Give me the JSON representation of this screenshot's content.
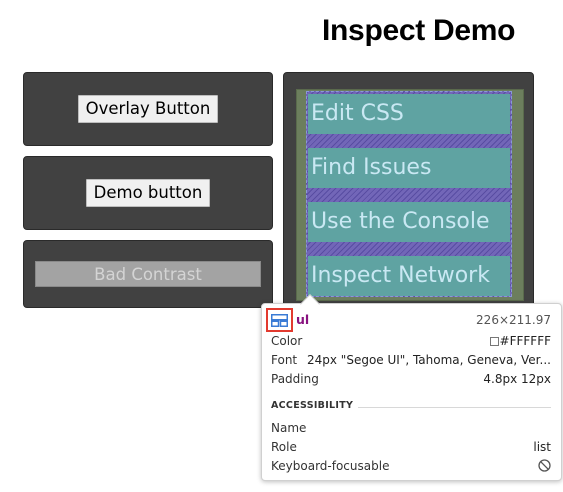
{
  "page": {
    "title": "Inspect Demo"
  },
  "buttons": {
    "overlay": "Overlay Button",
    "demo": "Demo button",
    "bad_contrast": "Bad Contrast"
  },
  "list": {
    "items": [
      {
        "label": "Edit CSS"
      },
      {
        "label": "Find Issues"
      },
      {
        "label": "Use the Console"
      },
      {
        "label": "Inspect Network"
      }
    ]
  },
  "tooltip": {
    "tag": "ul",
    "dimensions": "226×211.97",
    "properties": {
      "color_label": "Color",
      "color_value": "#FFFFFF",
      "font_label": "Font",
      "font_value": "24px \"Segoe UI\", Tahoma, Geneva, Ver...",
      "padding_label": "Padding",
      "padding_value": "4.8px 12px"
    },
    "accessibility": {
      "section_title": "ACCESSIBILITY",
      "name_label": "Name",
      "name_value": "",
      "role_label": "Role",
      "role_value": "list",
      "keyboard_label": "Keyboard-focusable"
    },
    "icons": {
      "layout": "grid-layout-icon",
      "not_focusable": "no-entry-icon"
    }
  },
  "colors": {
    "panel_bg": "#414141",
    "margin_overlay": "#6c7e5d",
    "padding_overlay": "#7266b8",
    "content_overlay": "#5fa3a2",
    "tag_color": "#881280",
    "highlight_border": "#e23a2f"
  }
}
